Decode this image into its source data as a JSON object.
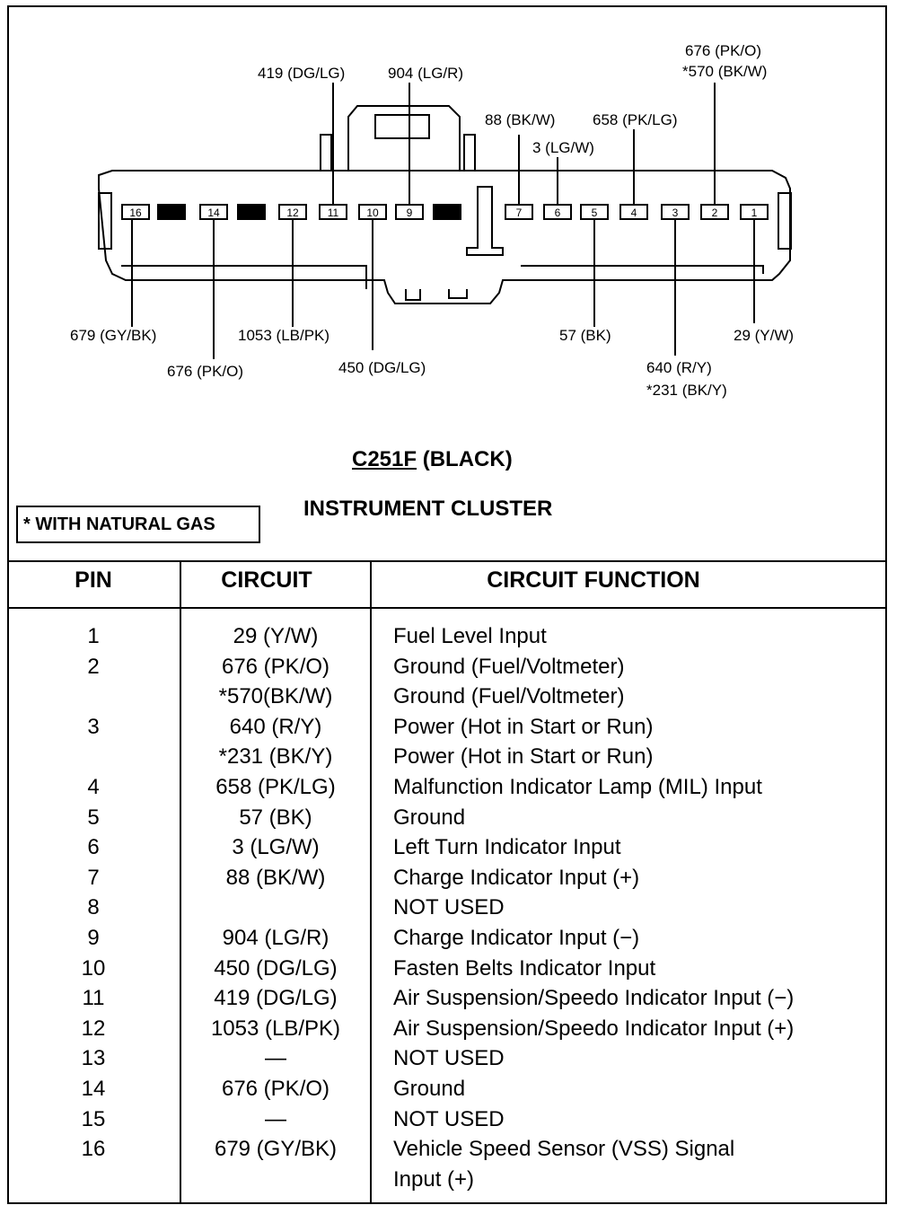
{
  "wire_labels_top": [
    {
      "id": "top-419",
      "text": "419 (DG/LG)"
    },
    {
      "id": "top-904",
      "text": "904 (LG/R)"
    },
    {
      "id": "top-676a",
      "text": "676 (PK/O)"
    },
    {
      "id": "top-570",
      "text": "*570 (BK/W)"
    },
    {
      "id": "top-88",
      "text": "88 (BK/W)"
    },
    {
      "id": "top-658",
      "text": "658 (PK/LG)"
    },
    {
      "id": "top-3",
      "text": "3 (LG/W)"
    }
  ],
  "wire_labels_bottom": [
    {
      "id": "bot-679",
      "text": "679 (GY/BK)"
    },
    {
      "id": "bot-1053",
      "text": "1053 (LB/PK)"
    },
    {
      "id": "bot-676",
      "text": "676 (PK/O)"
    },
    {
      "id": "bot-450",
      "text": "450 (DG/LG)"
    },
    {
      "id": "bot-57",
      "text": "57 (BK)"
    },
    {
      "id": "bot-29",
      "text": "29 (Y/W)"
    },
    {
      "id": "bot-640",
      "text": "640  (R/Y)"
    },
    {
      "id": "bot-231",
      "text": "*231 (BK/Y)"
    }
  ],
  "connector": {
    "id_code": "C251F",
    "color_label": "(BLACK)",
    "name": "INSTRUMENT CLUSTER",
    "note": "* WITH NATURAL GAS",
    "pins": [
      "16",
      "15",
      "14",
      "13",
      "12",
      "11",
      "10",
      "9",
      "8",
      "7",
      "6",
      "5",
      "4",
      "3",
      "2",
      "1"
    ],
    "unused_pins": [
      "15",
      "13",
      "8"
    ]
  },
  "table": {
    "headers": {
      "pin": "PIN",
      "circuit": "CIRCUIT",
      "function": "CIRCUIT FUNCTION"
    },
    "rows": [
      {
        "pin": "1",
        "circuit": "29 (Y/W)",
        "function": "Fuel Level Input"
      },
      {
        "pin": "2",
        "circuit": "676 (PK/O)",
        "function": "Ground (Fuel/Voltmeter)"
      },
      {
        "pin": "",
        "circuit": "*570(BK/W)",
        "function": "Ground (Fuel/Voltmeter)"
      },
      {
        "pin": "3",
        "circuit": "640 (R/Y)",
        "function": "Power (Hot in Start or Run)"
      },
      {
        "pin": "",
        "circuit": "*231 (BK/Y)",
        "function": "Power (Hot in Start or Run)"
      },
      {
        "pin": "4",
        "circuit": "658 (PK/LG)",
        "function": "Malfunction Indicator Lamp (MIL) Input"
      },
      {
        "pin": "5",
        "circuit": "57 (BK)",
        "function": "Ground"
      },
      {
        "pin": "6",
        "circuit": "3 (LG/W)",
        "function": "Left Turn Indicator Input"
      },
      {
        "pin": "7",
        "circuit": "88 (BK/W)",
        "function": "Charge Indicator Input (+)"
      },
      {
        "pin": "8",
        "circuit": "",
        "function": "NOT USED"
      },
      {
        "pin": "9",
        "circuit": "904 (LG/R)",
        "function": "Charge Indicator Input (−)"
      },
      {
        "pin": "10",
        "circuit": "450 (DG/LG)",
        "function": "Fasten Belts Indicator Input"
      },
      {
        "pin": "11",
        "circuit": "419 (DG/LG)",
        "function": "Air Suspension/Speedo Indicator Input (−)"
      },
      {
        "pin": "12",
        "circuit": "1053 (LB/PK)",
        "function": "Air Suspension/Speedo Indicator Input (+)"
      },
      {
        "pin": "13",
        "circuit": "—",
        "function": "NOT USED"
      },
      {
        "pin": "14",
        "circuit": "676 (PK/O)",
        "function": "Ground"
      },
      {
        "pin": "15",
        "circuit": "—",
        "function": "NOT USED"
      },
      {
        "pin": "16",
        "circuit": "679 (GY/BK)",
        "function": "Vehicle Speed Sensor (VSS) Signal"
      },
      {
        "pin": "",
        "circuit": "",
        "function": "Input (+)"
      }
    ]
  }
}
